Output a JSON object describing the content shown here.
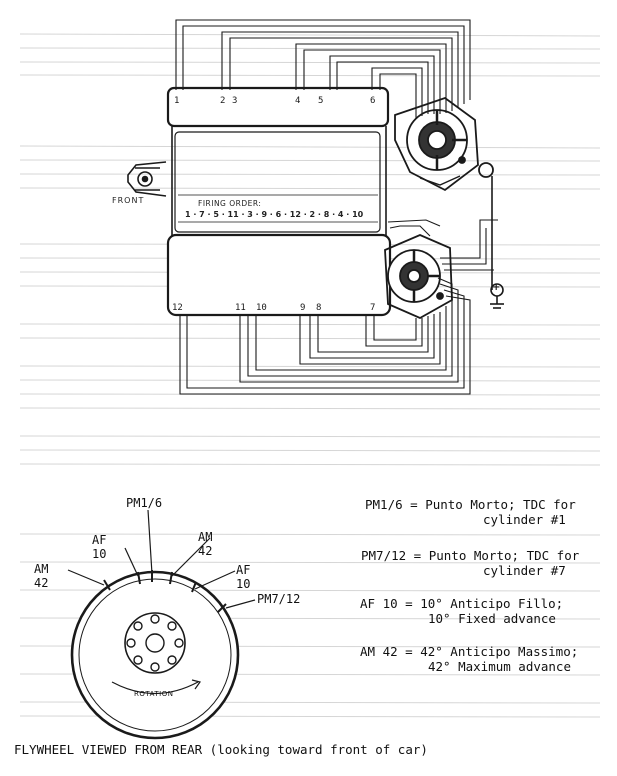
{
  "engine": {
    "front_label": "FRONT",
    "firing_order_label": "FIRING ORDER:",
    "firing_order": "1 · 7 · 5 · 11 · 3 · 9 · 6 · 12 · 2 · 8 · 4 · 10",
    "top_bank_cylinders": [
      "1",
      "2",
      "3",
      "4",
      "5",
      "6"
    ],
    "bottom_bank_cylinders": [
      "12",
      "11",
      "10",
      "9",
      "8",
      "7"
    ],
    "ground_symbol": "+"
  },
  "flywheel": {
    "rotation_label": "ROTATION",
    "marks": {
      "pm1_6": "PM1/6",
      "af10_left": "AF 10",
      "am42_top": "AM 42",
      "am42_left": "AM 42",
      "af10_right": "AF 10",
      "pm7_12": "PM7/12"
    }
  },
  "legend": [
    {
      "line1": "PM1/6 = Punto Morto; TDC for",
      "line2": "cylinder #1"
    },
    {
      "line1": "PM7/12 = Punto Morto; TDC for",
      "line2": "cylinder #7"
    },
    {
      "line1": "AF 10 = 10° Anticipo Fillo;",
      "line2": "10° Fixed advance"
    },
    {
      "line1": "AM 42 = 42° Anticipo Massimo;",
      "line2": "42° Maximum advance"
    }
  ],
  "caption": "FLYWHEEL VIEWED FROM REAR (looking toward front of car)",
  "colors": {
    "ink": "#1a1a1a",
    "paper": "#ffffff",
    "faint_text": "#c4c4c4"
  }
}
